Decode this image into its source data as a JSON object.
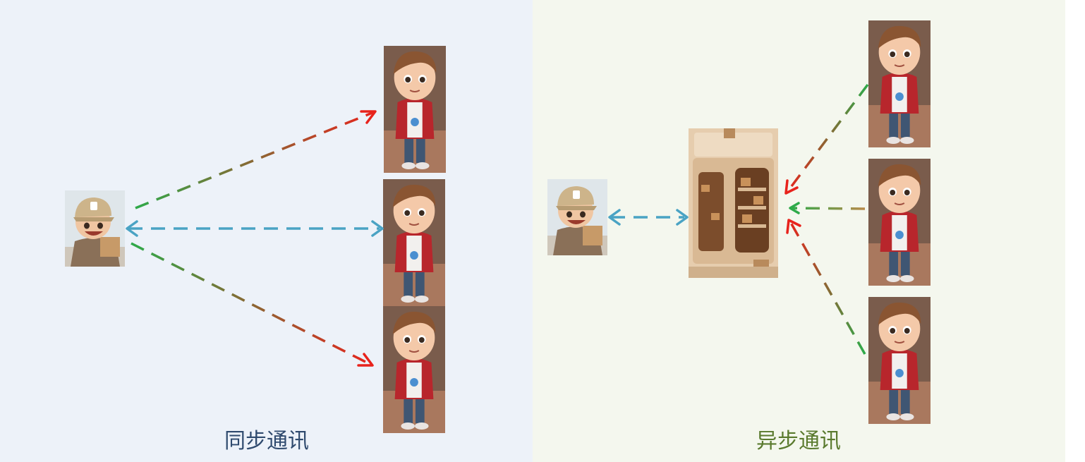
{
  "labels": {
    "sync": "同步通讯",
    "async": "异步通讯"
  },
  "colors": {
    "sync_panel": "#edf2f9",
    "async_panel": "#f4f7ee",
    "sync_label": "#2f4a6e",
    "async_label": "#5a7a2e",
    "arrow_green": "#2eaa4a",
    "arrow_red": "#e8231c",
    "arrow_blue": "#4aa3c4"
  },
  "illustrations": {
    "sender": "cartoon-delivery-boy-with-cap-and-box",
    "receiver": "cartoon-boy-in-red-jacket",
    "queue": "wooden-parcel-locker-cabinet"
  }
}
